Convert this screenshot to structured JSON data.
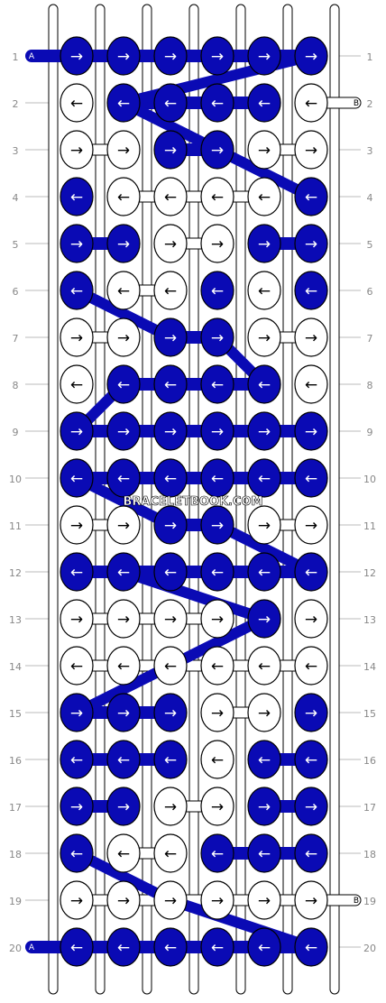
{
  "watermark": "BRACELETBOOK.COM",
  "colors": {
    "blue": "#0a0ab4",
    "white": "#ffffff",
    "outline": "#000000",
    "row_label": "#888888",
    "guide_line": "#bbbbbb"
  },
  "row_labels": [
    "1",
    "2",
    "3",
    "4",
    "5",
    "6",
    "7",
    "8",
    "9",
    "10",
    "11",
    "12",
    "13",
    "14",
    "15",
    "16",
    "17",
    "18",
    "19",
    "20"
  ],
  "end_labels": {
    "row1_left": "A",
    "row2_right": "B",
    "row19_right": "B",
    "row20_left": "A"
  },
  "arrow_glyphs": {
    "right": "→",
    "left": "←"
  },
  "rows": [
    {
      "dir": "right",
      "knots": [
        "blue",
        "blue",
        "blue",
        "blue",
        "blue",
        "blue"
      ]
    },
    {
      "dir": "left",
      "knots": [
        "white",
        "blue",
        "blue",
        "blue",
        "blue",
        "white"
      ]
    },
    {
      "dir": "right",
      "knots": [
        "white",
        "white",
        "blue",
        "blue",
        "white",
        "white"
      ]
    },
    {
      "dir": "left",
      "knots": [
        "blue",
        "white",
        "white",
        "white",
        "white",
        "blue"
      ]
    },
    {
      "dir": "right",
      "knots": [
        "blue",
        "blue",
        "white",
        "white",
        "blue",
        "blue"
      ]
    },
    {
      "dir": "left",
      "knots": [
        "blue",
        "white",
        "white",
        "blue",
        "white",
        "blue"
      ]
    },
    {
      "dir": "right",
      "knots": [
        "white",
        "white",
        "blue",
        "blue",
        "white",
        "white"
      ]
    },
    {
      "dir": "left",
      "knots": [
        "white",
        "blue",
        "blue",
        "blue",
        "blue",
        "white"
      ]
    },
    {
      "dir": "right",
      "knots": [
        "blue",
        "blue",
        "blue",
        "blue",
        "blue",
        "blue"
      ]
    },
    {
      "dir": "left",
      "knots": [
        "blue",
        "blue",
        "blue",
        "blue",
        "blue",
        "blue"
      ]
    },
    {
      "dir": "right",
      "knots": [
        "white",
        "white",
        "blue",
        "blue",
        "white",
        "white"
      ]
    },
    {
      "dir": "left",
      "knots": [
        "blue",
        "blue",
        "blue",
        "blue",
        "blue",
        "blue"
      ]
    },
    {
      "dir": "right",
      "knots": [
        "white",
        "white",
        "white",
        "white",
        "blue",
        "white"
      ]
    },
    {
      "dir": "left",
      "knots": [
        "white",
        "white",
        "white",
        "white",
        "white",
        "white"
      ]
    },
    {
      "dir": "right",
      "knots": [
        "blue",
        "blue",
        "blue",
        "white",
        "white",
        "blue"
      ]
    },
    {
      "dir": "left",
      "knots": [
        "blue",
        "blue",
        "blue",
        "white",
        "blue",
        "blue"
      ]
    },
    {
      "dir": "right",
      "knots": [
        "blue",
        "blue",
        "white",
        "white",
        "blue",
        "blue"
      ]
    },
    {
      "dir": "left",
      "knots": [
        "blue",
        "white",
        "white",
        "blue",
        "blue",
        "blue"
      ]
    },
    {
      "dir": "right",
      "knots": [
        "white",
        "white",
        "white",
        "white",
        "white",
        "white"
      ]
    },
    {
      "dir": "left",
      "knots": [
        "blue",
        "blue",
        "blue",
        "blue",
        "blue",
        "blue"
      ]
    }
  ]
}
